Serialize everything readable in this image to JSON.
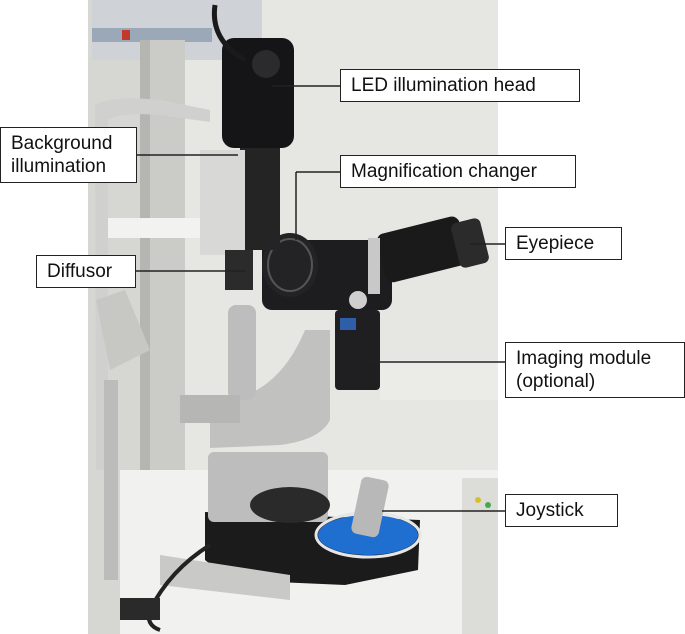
{
  "figure": {
    "labels": {
      "led_head": "LED illumination head",
      "background_illumination": "Background\nillumination",
      "magnification_changer": "Magnification changer",
      "eyepiece": "Eyepiece",
      "diffusor": "Diffusor",
      "imaging_module": "Imaging module\n(optional)",
      "joystick": "Joystick"
    },
    "colors": {
      "wall": "#e9e9e7",
      "table": "#f4f4f2",
      "instrument_body": "#1c1c1e",
      "metal": "#b8b8b8",
      "joystick_accent": "#1f6fd0"
    }
  }
}
